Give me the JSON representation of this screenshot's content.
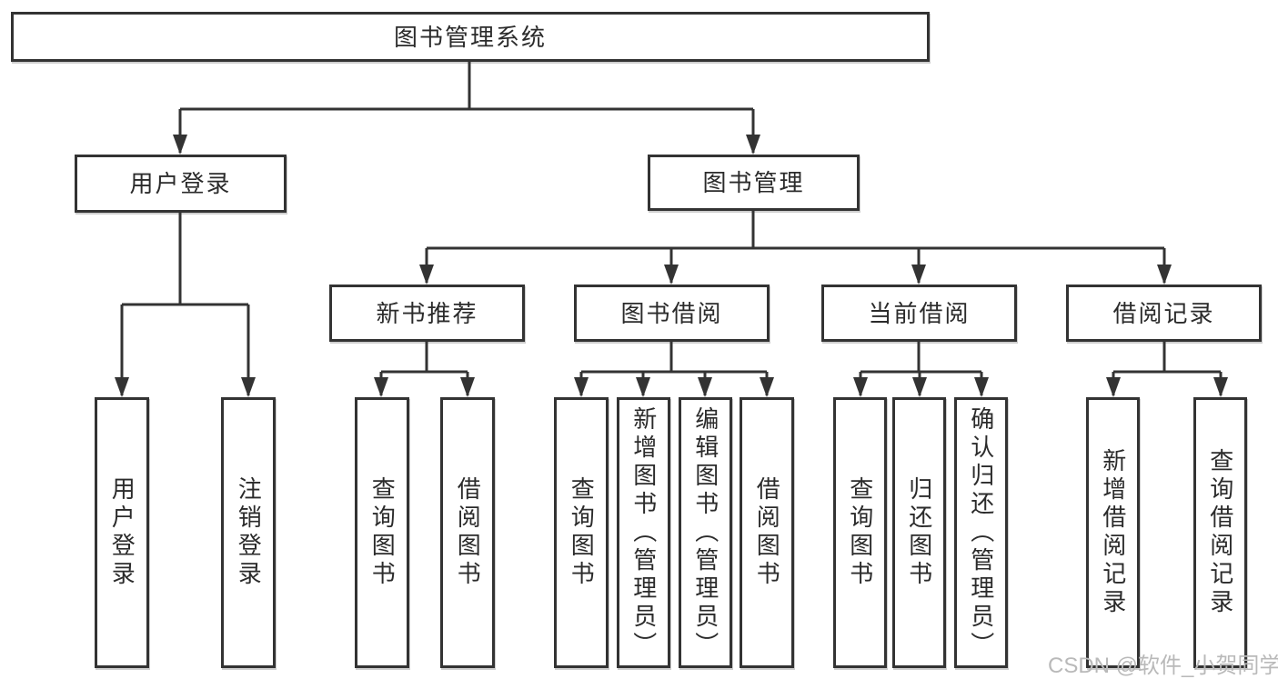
{
  "tree": {
    "label": "图书管理系统",
    "children": [
      {
        "label": "用户登录",
        "children": [
          {
            "label": "用户登录"
          },
          {
            "label": "注销登录"
          }
        ]
      },
      {
        "label": "图书管理",
        "children": [
          {
            "label": "新书推荐",
            "children": [
              {
                "label": "查询图书"
              },
              {
                "label": "借阅图书"
              }
            ]
          },
          {
            "label": "图书借阅",
            "children": [
              {
                "label": "查询图书"
              },
              {
                "label": "新增图书（管理员）"
              },
              {
                "label": "编辑图书（管理员）"
              },
              {
                "label": "借阅图书"
              }
            ]
          },
          {
            "label": "当前借阅",
            "children": [
              {
                "label": "查询图书"
              },
              {
                "label": "归还图书"
              },
              {
                "label": "确认归还（管理员）"
              }
            ]
          },
          {
            "label": "借阅记录",
            "children": [
              {
                "label": "新增借阅记录"
              },
              {
                "label": "查询借阅记录"
              }
            ]
          }
        ]
      }
    ]
  },
  "watermark": "CSDN @软件_小贺同学",
  "colors": {
    "line": "#333333",
    "box_border": "#333333",
    "box_bg": "#ffffff",
    "text": "#2b2b2b",
    "watermark": "#b9b9b9"
  }
}
